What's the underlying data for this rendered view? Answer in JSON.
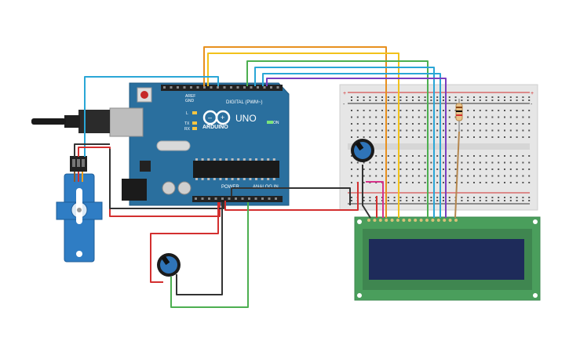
{
  "arduino": {
    "brand": "ARDUINO",
    "model": "UNO",
    "digital_label": "DIGITAL (PWM~)",
    "power_label": "POWER",
    "analog_label": "ANALOG IN",
    "on_label": "ON",
    "aref_label": "AREF",
    "gnd_label": "GND",
    "l_label": "L",
    "tx_label": "TX",
    "rx_label": "RX"
  },
  "breadboard": {
    "plus_label": "+",
    "minus_label": "-"
  },
  "colors": {
    "arduino_board": "#2a6f9e",
    "breadboard": "#e8e8e8",
    "lcd_board": "#4a9e5c",
    "lcd_screen": "#1e2b5a",
    "servo": "#2f7dc4",
    "wire_orange": "#e8901e",
    "wire_yellow": "#f2c21b",
    "wire_green": "#4caf50",
    "wire_blue": "#2aa6d6",
    "wire_purple": "#7a3fbf",
    "wire_red": "#d32f2f",
    "wire_black": "#333333",
    "wire_magenta": "#d6338a"
  },
  "components": [
    {
      "name": "arduino-uno"
    },
    {
      "name": "breadboard"
    },
    {
      "name": "lcd-16x2"
    },
    {
      "name": "servo-motor"
    },
    {
      "name": "potentiometer-contrast"
    },
    {
      "name": "potentiometer-input"
    },
    {
      "name": "resistor"
    },
    {
      "name": "usb-connector"
    }
  ]
}
